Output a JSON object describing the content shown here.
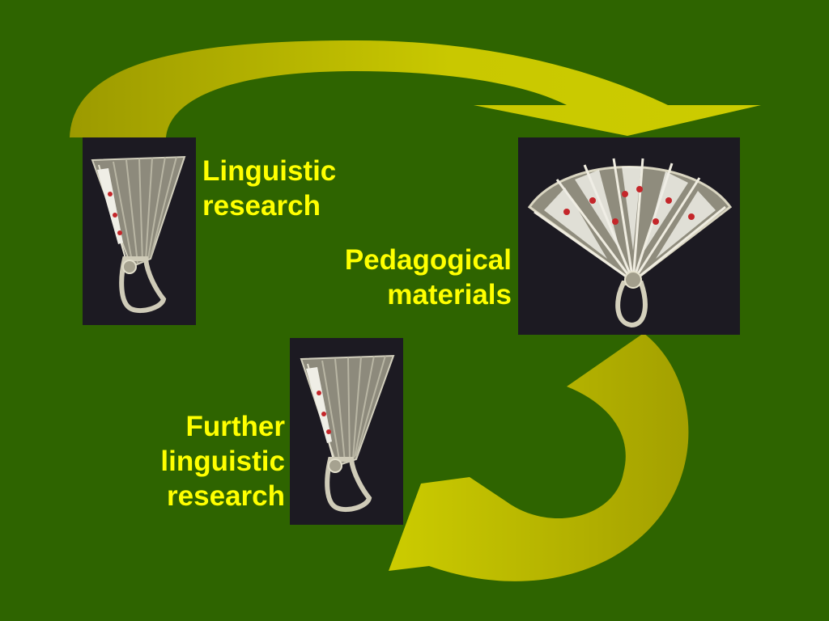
{
  "diagram": {
    "nodes": [
      {
        "id": "n1",
        "label_lines": [
          "Linguistic",
          "research"
        ]
      },
      {
        "id": "n2",
        "label_lines": [
          "Pedagogical",
          "materials"
        ]
      },
      {
        "id": "n3",
        "label_lines": [
          "Further",
          "linguistic",
          "research"
        ]
      }
    ],
    "edges": [
      {
        "from": "n1",
        "to": "n2"
      },
      {
        "from": "n2",
        "to": "n3"
      }
    ]
  },
  "colors": {
    "background": "#2e6400",
    "label_text": "#ffff00",
    "arrow_light": "#cccc00",
    "arrow_dark": "#9c9a00"
  },
  "images": [
    {
      "node": "n1",
      "icon": "folded-fan-brooch-icon"
    },
    {
      "node": "n2",
      "icon": "open-fan-brooch-icon"
    },
    {
      "node": "n3",
      "icon": "folded-fan-brooch-icon"
    }
  ]
}
